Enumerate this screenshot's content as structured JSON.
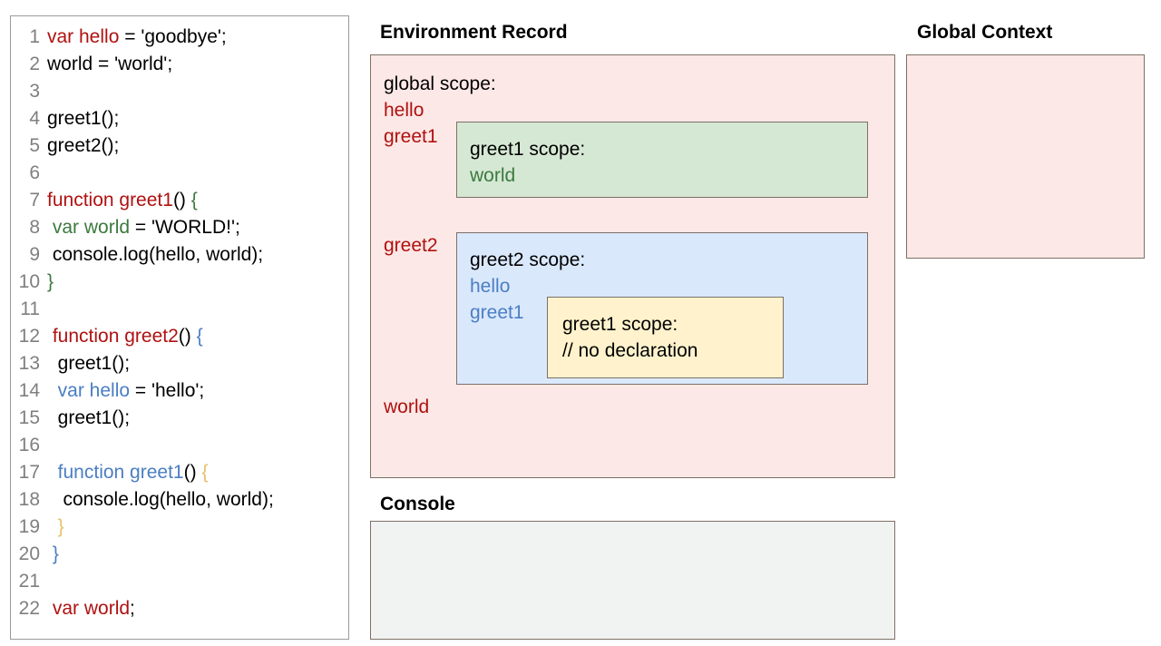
{
  "code_panel": {
    "name": "source-code",
    "lines": [
      {
        "n": "1",
        "tokens": [
          {
            "t": "var hello",
            "c": "red"
          },
          {
            "t": " = 'goodbye';",
            "c": "black"
          }
        ]
      },
      {
        "n": "2",
        "tokens": [
          {
            "t": "world = 'world';",
            "c": "black"
          }
        ]
      },
      {
        "n": "3",
        "tokens": [
          {
            "t": "",
            "c": "black"
          }
        ]
      },
      {
        "n": "4",
        "tokens": [
          {
            "t": "greet1();",
            "c": "black"
          }
        ]
      },
      {
        "n": "5",
        "tokens": [
          {
            "t": "greet2();",
            "c": "black"
          }
        ]
      },
      {
        "n": "6",
        "tokens": [
          {
            "t": "",
            "c": "black"
          }
        ]
      },
      {
        "n": "7",
        "tokens": [
          {
            "t": "function greet1",
            "c": "red"
          },
          {
            "t": "() ",
            "c": "black"
          },
          {
            "t": "{",
            "c": "green"
          }
        ]
      },
      {
        "n": "8",
        "tokens": [
          {
            "t": " ",
            "c": "black"
          },
          {
            "t": "var world",
            "c": "green"
          },
          {
            "t": " = 'WORLD!';",
            "c": "black"
          }
        ]
      },
      {
        "n": "9",
        "tokens": [
          {
            "t": " console.log(hello, world);",
            "c": "black"
          }
        ]
      },
      {
        "n": "10",
        "tokens": [
          {
            "t": "}",
            "c": "green"
          }
        ]
      },
      {
        "n": "11",
        "tokens": [
          {
            "t": "",
            "c": "black"
          }
        ]
      },
      {
        "n": "12",
        "tokens": [
          {
            "t": " ",
            "c": "black"
          },
          {
            "t": "function greet2",
            "c": "red"
          },
          {
            "t": "() ",
            "c": "black"
          },
          {
            "t": "{",
            "c": "blue"
          }
        ]
      },
      {
        "n": "13",
        "tokens": [
          {
            "t": "  greet1();",
            "c": "black"
          }
        ]
      },
      {
        "n": "14",
        "tokens": [
          {
            "t": "  ",
            "c": "black"
          },
          {
            "t": "var hello",
            "c": "blue"
          },
          {
            "t": " = 'hello';",
            "c": "black"
          }
        ]
      },
      {
        "n": "15",
        "tokens": [
          {
            "t": "  greet1();",
            "c": "black"
          }
        ]
      },
      {
        "n": "16",
        "tokens": [
          {
            "t": "",
            "c": "black"
          }
        ]
      },
      {
        "n": "17",
        "tokens": [
          {
            "t": "  ",
            "c": "black"
          },
          {
            "t": "function greet1",
            "c": "blue"
          },
          {
            "t": "() ",
            "c": "black"
          },
          {
            "t": "{",
            "c": "gold"
          }
        ]
      },
      {
        "n": "18",
        "tokens": [
          {
            "t": "   console.log(hello, world);",
            "c": "black"
          }
        ]
      },
      {
        "n": "19",
        "tokens": [
          {
            "t": "  ",
            "c": "black"
          },
          {
            "t": "}",
            "c": "gold"
          }
        ]
      },
      {
        "n": "20",
        "tokens": [
          {
            "t": " ",
            "c": "black"
          },
          {
            "t": "}",
            "c": "blue"
          }
        ]
      },
      {
        "n": "21",
        "tokens": [
          {
            "t": "",
            "c": "black"
          }
        ]
      },
      {
        "n": "22",
        "tokens": [
          {
            "t": " ",
            "c": "black"
          },
          {
            "t": "var world",
            "c": "red"
          },
          {
            "t": ";",
            "c": "black"
          }
        ]
      }
    ]
  },
  "environment_record": {
    "heading": "Environment Record",
    "global_scope": {
      "title": "global scope:",
      "bindings": [
        "hello",
        "greet1",
        "greet2",
        "world"
      ]
    },
    "greet1_scope": {
      "title": "greet1 scope:",
      "bindings": [
        "world"
      ]
    },
    "greet2_scope": {
      "title": "greet2 scope:",
      "bindings": [
        "hello",
        "greet1"
      ]
    },
    "inner_greet1_scope": {
      "title": "greet1 scope:",
      "bindings": [
        "// no declaration"
      ]
    }
  },
  "console": {
    "heading": "Console",
    "output": ""
  },
  "global_context": {
    "heading": "Global Context",
    "content": ""
  },
  "colors": {
    "red": "#b01111",
    "green": "#3c7a3e",
    "blue": "#4a7ec4",
    "gold": "#e8c069",
    "pink_fill": "#fce8e6",
    "green_fill": "#d5e8d4",
    "blue_fill": "#dae8fc",
    "yellow_fill": "#fff2cc",
    "console_fill": "#f1f2f2",
    "border": "#7d7066",
    "line_number": "#7f7f7f"
  }
}
